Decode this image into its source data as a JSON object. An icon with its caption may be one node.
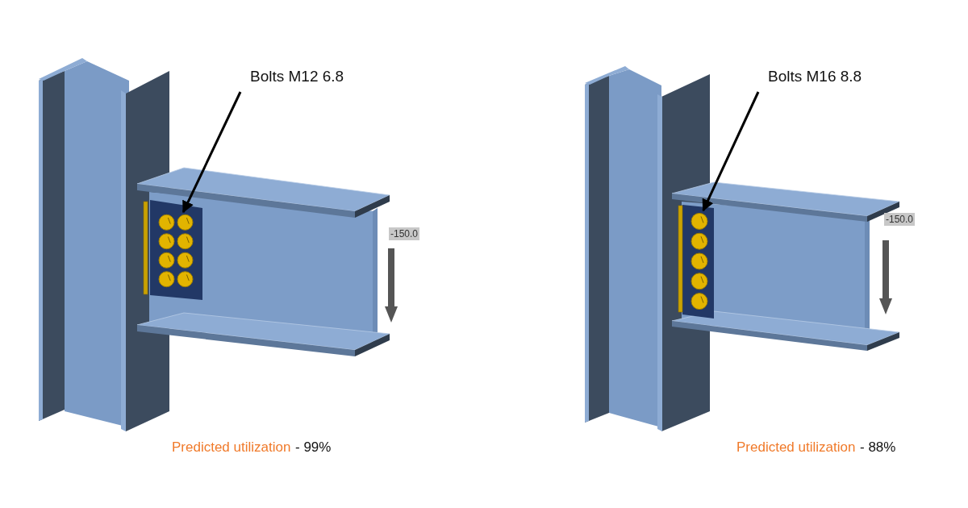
{
  "diagram": {
    "nodes": [
      {
        "text": [
          "Bolts M12 6.8"
        ]
      },
      {
        "text": [],
        "shape": "picture"
      },
      {
        "text": [
          "Bolts M16 8.8"
        ]
      },
      {
        "text": [],
        "shape": "picture"
      }
    ],
    "edges": [
      {
        "from": 0,
        "to": 1,
        "arrow": "to"
      },
      {
        "from": 2,
        "to": 3,
        "arrow": "to"
      }
    ],
    "labels": [
      "-150.0",
      "-150.0",
      "Predicted utilization",
      "- 99%",
      "Predicted utilization",
      "- 88%"
    ]
  }
}
